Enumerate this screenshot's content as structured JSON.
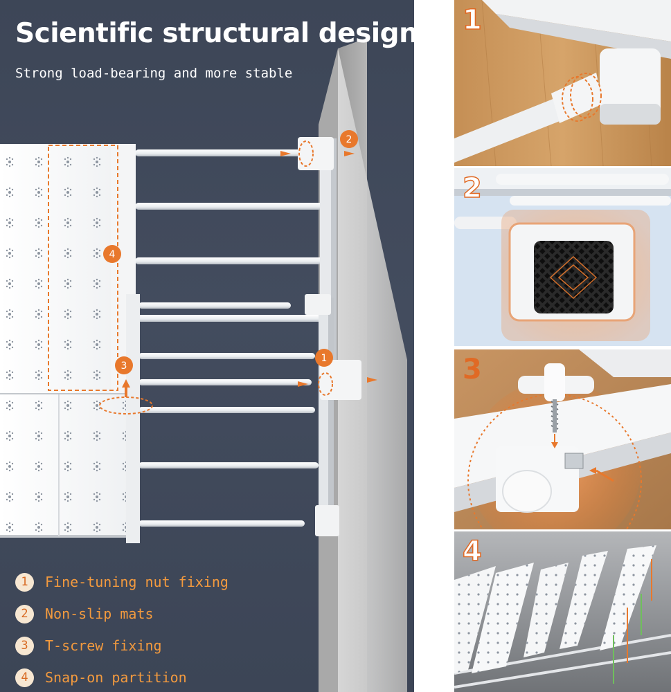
{
  "header": {
    "title": "Scientific structural design",
    "subtitle": "Strong load-bearing and more stable"
  },
  "callouts": {
    "c1": "1",
    "c2": "2",
    "c3": "3",
    "c4": "4"
  },
  "features": [
    {
      "number": "1",
      "label": "Fine-tuning nut fixing"
    },
    {
      "number": "2",
      "label": "Non-slip mats"
    },
    {
      "number": "3",
      "label": "T-screw fixing"
    },
    {
      "number": "4",
      "label": "Snap-on partition"
    }
  ],
  "panels": [
    {
      "number": "1"
    },
    {
      "number": "2"
    },
    {
      "number": "3"
    },
    {
      "number": "4"
    }
  ],
  "colors": {
    "background_dark": "#3f4859",
    "accent_orange": "#e8782c",
    "feature_text": "#f39a3e",
    "wall_grey": "#bfbfbf"
  }
}
